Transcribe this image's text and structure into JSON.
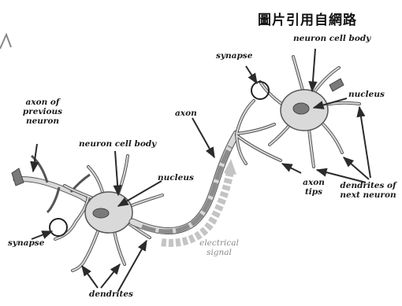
{
  "credit": "圖片引用自網路",
  "labels": {
    "axon_of_previous_neuron": [
      "axon of",
      "previous",
      "neuron"
    ],
    "neuron_cell_body_left": "neuron cell body",
    "nucleus_left": "nucleus",
    "synapse_left": "synapse",
    "dendrites": "dendrites",
    "axon": "axon",
    "electrical_signal": [
      "electrical",
      "signal"
    ],
    "synapse_right": "synapse",
    "neuron_cell_body_right": "neuron cell body",
    "nucleus_right": "nucleus",
    "axon_tips": [
      "axon",
      "tips"
    ],
    "dendrites_of_next_neuron": [
      "dendrites of",
      "next neuron"
    ]
  },
  "colors": {
    "cell_fill": "#d9d9d9",
    "cell_outline": "#555555",
    "nucleus": "#7a7a7a",
    "arrow": "#2b2b2b",
    "axon_segment": "#8c8c8c",
    "signal_arrow": "#c4c4c4"
  }
}
